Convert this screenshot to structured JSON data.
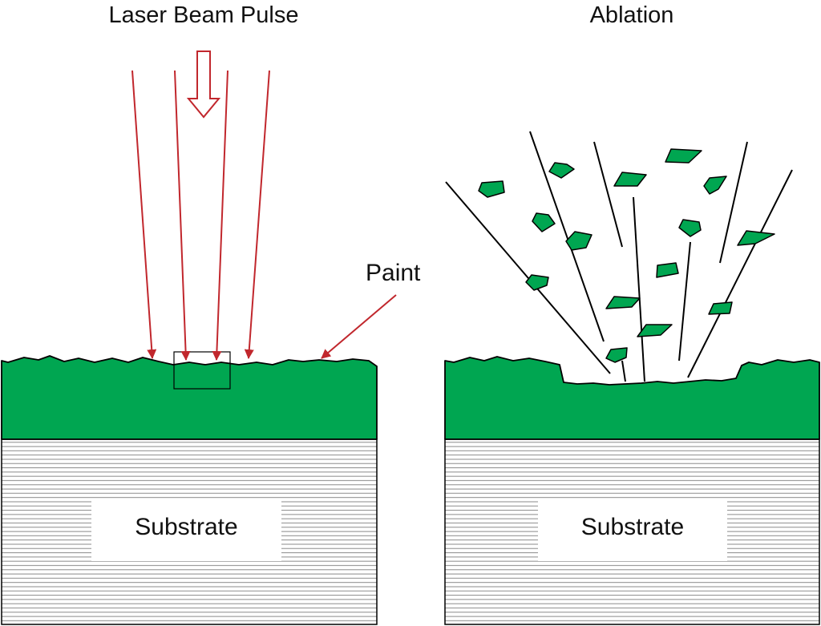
{
  "labels": {
    "left_title": "Laser Beam Pulse",
    "right_title": "Ablation",
    "paint": "Paint",
    "substrate_left": "Substrate",
    "substrate_right": "Substrate"
  },
  "colors": {
    "paint": "#00a651",
    "laser": "#c1272d",
    "line": "#000000",
    "hatch": "#8a8a8a",
    "background": "#ffffff"
  },
  "icons": {
    "beam_direction": "hollow-down-arrow",
    "paint_pointer": "arrow"
  },
  "panels": [
    {
      "name": "laser-beam-pulse-panel",
      "state": "intact paint layer over substrate, laser rays incident"
    },
    {
      "name": "ablation-panel",
      "state": "crater in paint layer, paint fragments ejected"
    }
  ]
}
